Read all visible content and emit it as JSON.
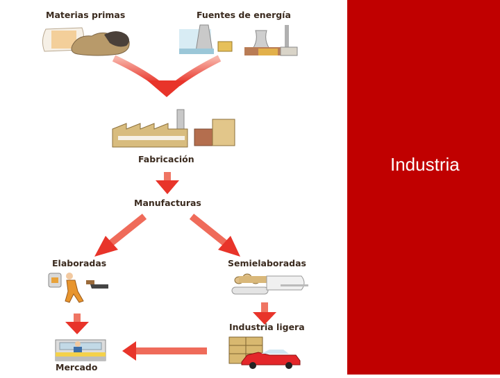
{
  "slide": {
    "side_title": "Industria",
    "accent_color": "#c00000",
    "arrow_color": "#e8342a"
  },
  "diagram": {
    "labels": {
      "materias_primas": "Materias primas",
      "fuentes_energia": "Fuentes de energía",
      "fabricacion": "Fabricación",
      "manufacturas": "Manufacturas",
      "elaboradas": "Elaboradas",
      "semielaboradas": "Semielaboradas",
      "industria_ligera": "Industria ligera",
      "mercado": "Mercado"
    },
    "icons": {
      "materias_primas": "raw-materials-icon",
      "fuentes_energia": "power-plant-icon",
      "fabricacion": "factory-icon",
      "elaboradas": "finished-goods-icon",
      "semielaboradas": "semi-finished-goods-icon",
      "industria_ligera": "light-industry-icon",
      "mercado": "market-icon"
    }
  }
}
